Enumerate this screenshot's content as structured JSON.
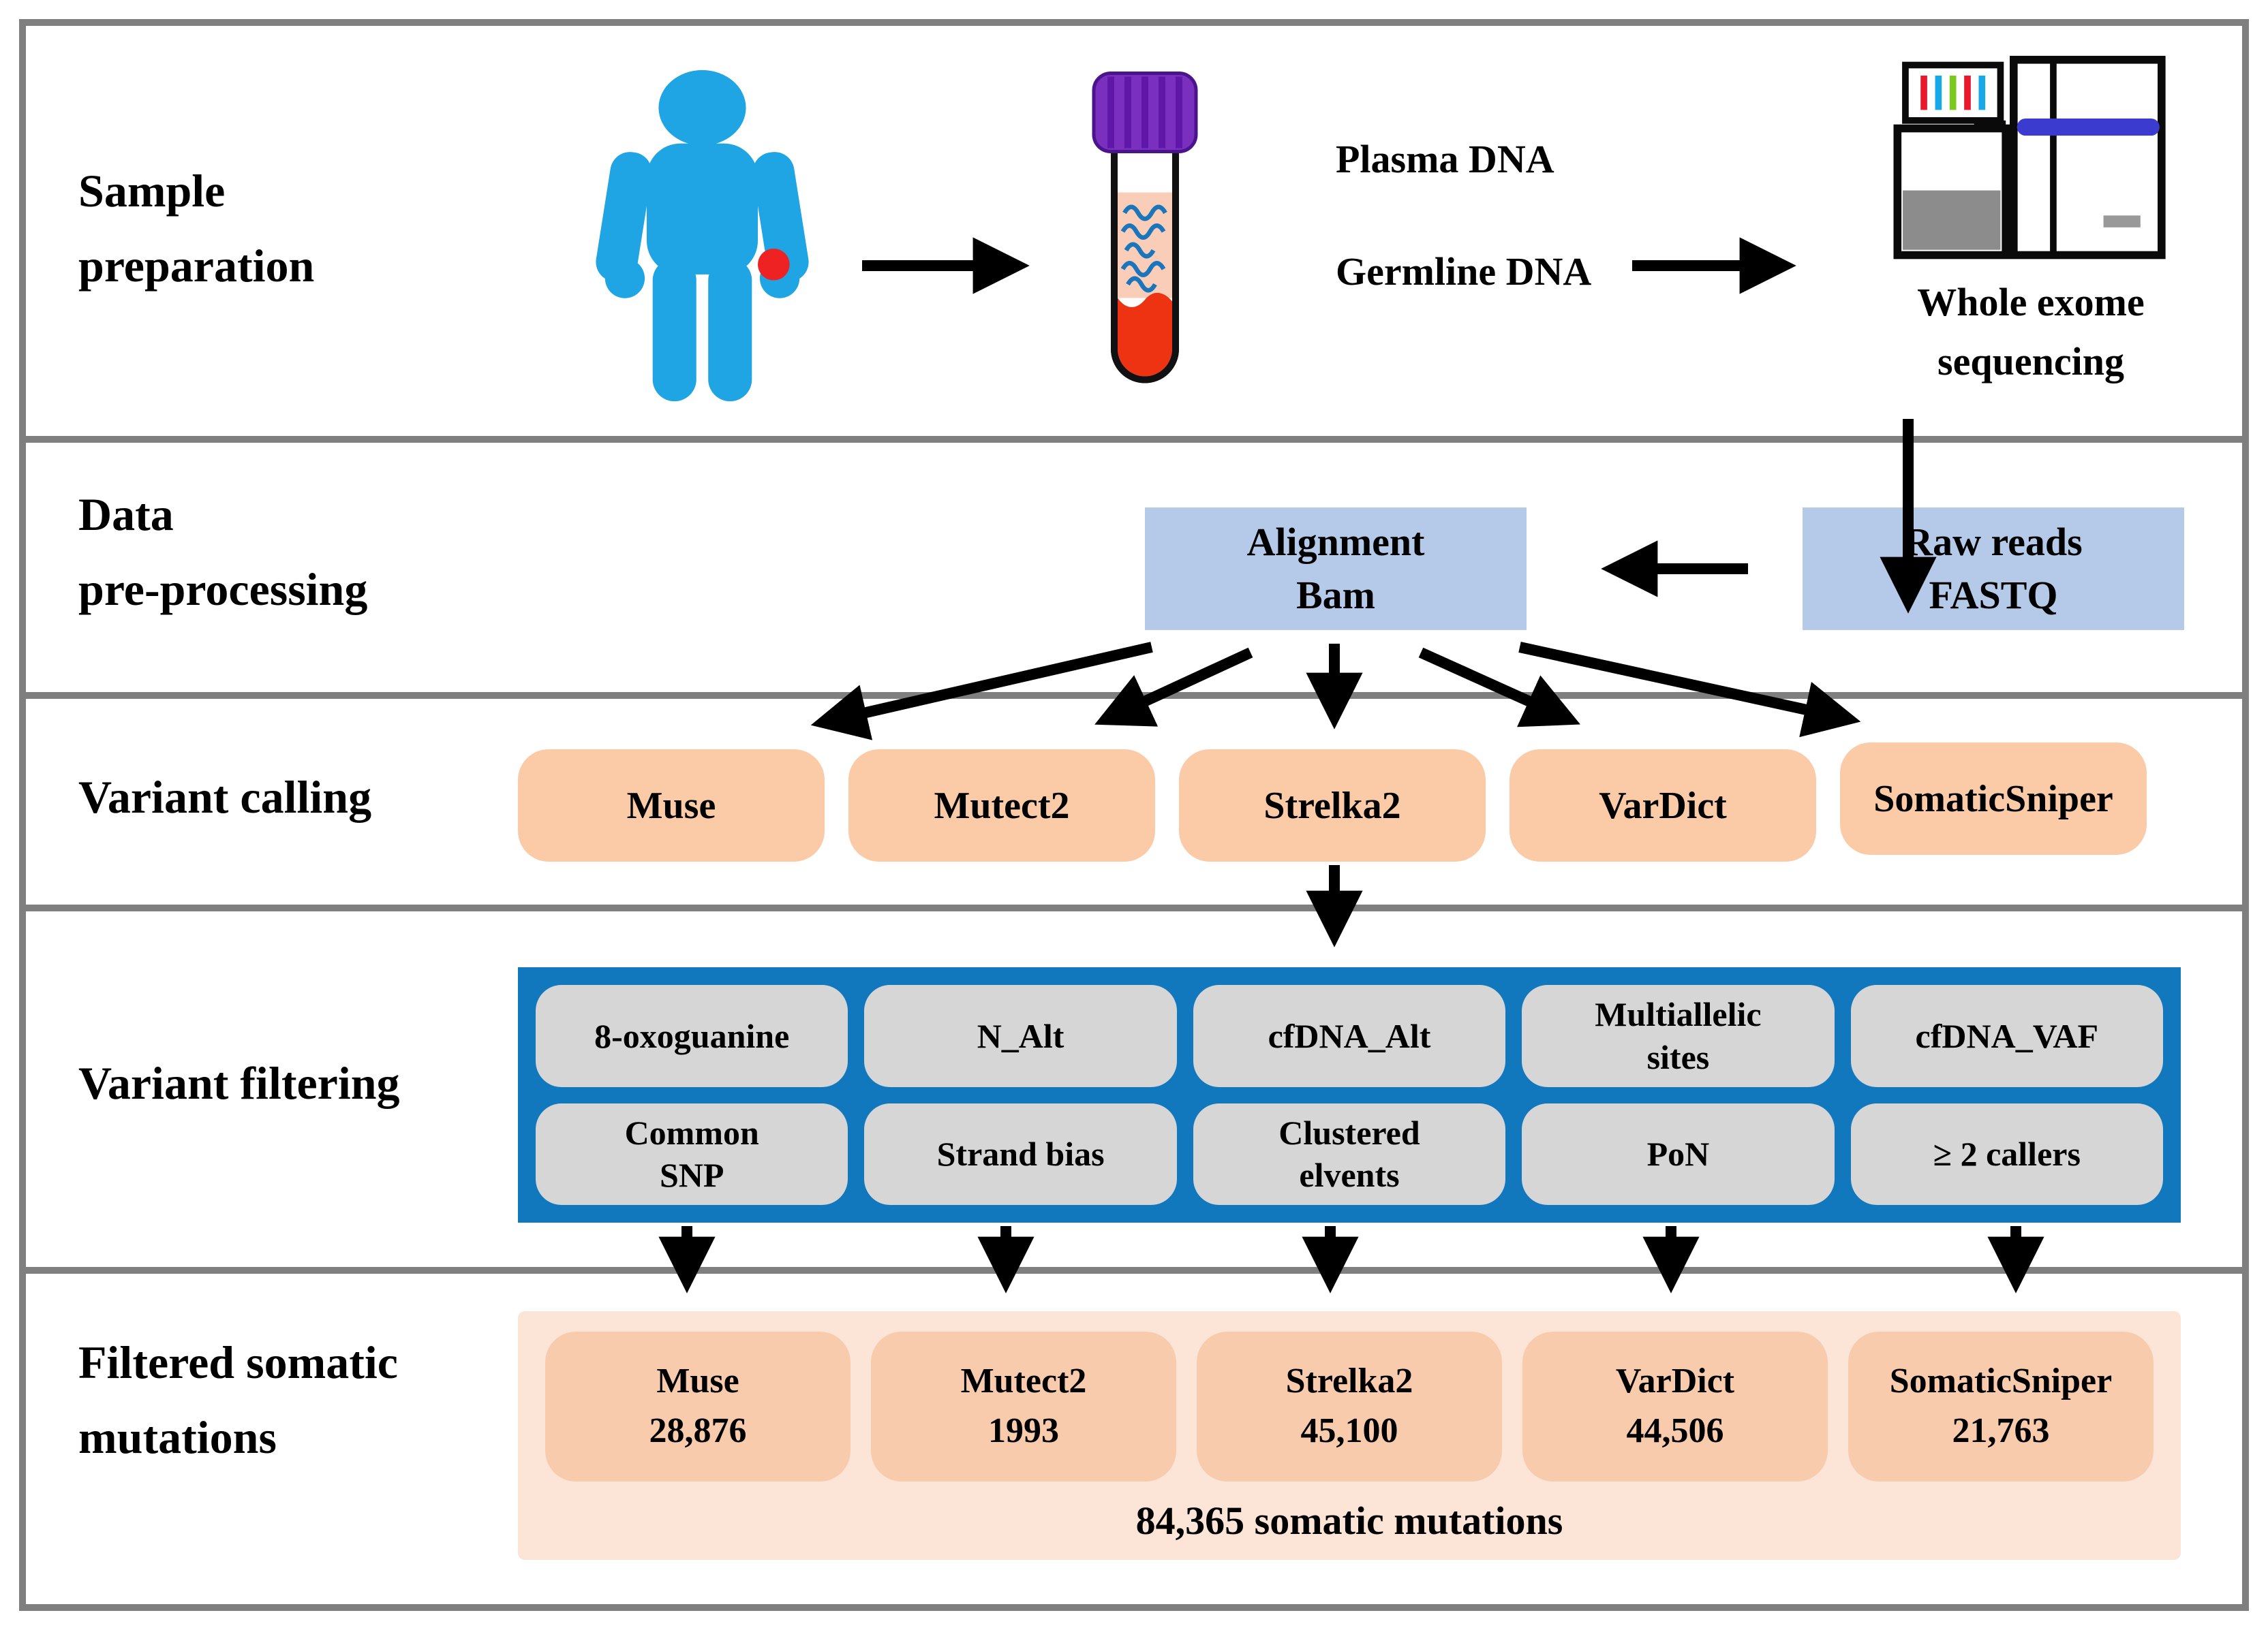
{
  "sections": {
    "sample_preparation": {
      "label_line1": "Sample",
      "label_line2": "preparation",
      "plasma_label": "Plasma DNA",
      "germline_label": "Germline DNA",
      "sequencer_line1": "Whole exome",
      "sequencer_line2": "sequencing"
    },
    "data_preprocessing": {
      "label_line1": "Data",
      "label_line2": "pre-processing",
      "alignment_line1": "Alignment",
      "alignment_line2": "Bam",
      "raw_line1": "Raw reads",
      "raw_line2": "FASTQ"
    },
    "variant_calling": {
      "label": "Variant calling",
      "callers": [
        {
          "label": "Muse"
        },
        {
          "label": "Mutect2"
        },
        {
          "label": "Strelka2"
        },
        {
          "label": "VarDict"
        },
        {
          "label": "SomaticSniper"
        }
      ]
    },
    "variant_filtering": {
      "label": "Variant filtering",
      "row1": [
        {
          "line1": "8-oxoguanine"
        },
        {
          "line1": "N_Alt"
        },
        {
          "line1": "cfDNA_Alt"
        },
        {
          "line1": "Multiallelic",
          "line2": "sites"
        },
        {
          "line1": "cfDNA_VAF"
        }
      ],
      "row2": [
        {
          "line1": "Common",
          "line2": "SNP"
        },
        {
          "line1": "Strand bias"
        },
        {
          "line1": "Clustered",
          "line2": "elvents"
        },
        {
          "line1": "PoN"
        },
        {
          "line1": "≥ 2 callers"
        }
      ]
    },
    "filtered_mutations": {
      "label_line1": "Filtered somatic",
      "label_line2": "mutations",
      "results": [
        {
          "name": "Muse",
          "count": "28,876"
        },
        {
          "name": "Mutect2",
          "count": "1993"
        },
        {
          "name": "Strelka2",
          "count": "45,100"
        },
        {
          "name": "VarDict",
          "count": "44,506"
        },
        {
          "name": "SomaticSniper",
          "count": "21,763"
        }
      ],
      "total": "84,365 somatic mutations"
    }
  },
  "icons": {
    "patient": "patient-icon",
    "blood_tube": "blood-tube-icon",
    "sequencer": "sequencer-icon",
    "arrows": "black-flow-arrows"
  },
  "colors": {
    "frame_gray": "#7f7f7f",
    "box_light_blue": "#b5c9e8",
    "caller_peach": "#facba6",
    "results_container_peach": "#fce4d6",
    "result_box_peach": "#f9cbad",
    "filter_container_blue": "#1278be",
    "filter_box_gray": "#d6d6d6",
    "person_blue": "#1fa4e4",
    "tumor_dot_red": "#ee2222",
    "tube_cap_purple": "#7b2fbe",
    "tube_blood_red": "#ee3312",
    "tube_plasma": "#f9cdb7",
    "dna_squiggle_blue": "#1b75bb",
    "sequencer_bar_blue": "#3b3bd0"
  }
}
